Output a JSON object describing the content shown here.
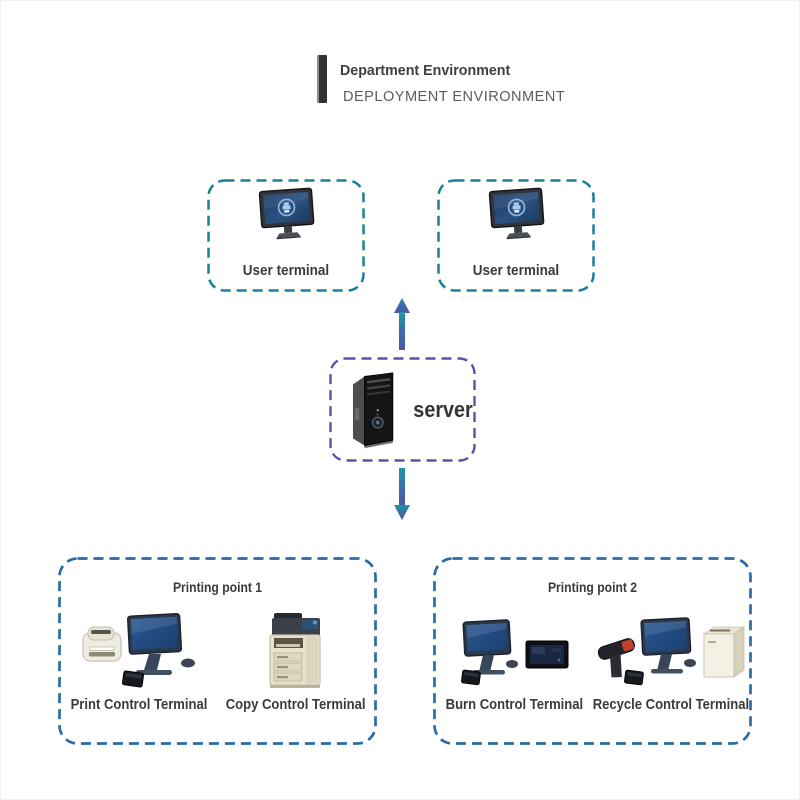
{
  "header": {
    "title": "Department Environment",
    "subtitle": "DEPLOYMENT ENVIRONMENT"
  },
  "diagram": {
    "user_terminals": [
      {
        "label": "User terminal"
      },
      {
        "label": "User terminal"
      }
    ],
    "server": {
      "label": "server"
    },
    "printing_points": [
      {
        "title": "Printing point 1",
        "items": [
          {
            "label": "Print Control Terminal"
          },
          {
            "label": "Copy Control Terminal"
          }
        ]
      },
      {
        "title": "Printing point 2",
        "items": [
          {
            "label": "Burn Control Terminal"
          },
          {
            "label": "Recycle Control Terminal"
          }
        ]
      }
    ],
    "icons": {
      "user_terminal": "monitor-icon",
      "server": "server-tower-icon",
      "print_control": "label-printer-and-monitor-icon",
      "copy_control": "copier-icon",
      "burn_control": "monitor-and-disc-burner-icon",
      "recycle_control": "barcode-scanner-monitor-and-bin-icon"
    }
  },
  "colors": {
    "user_terminal_border": "#1a8099",
    "printing_point_border": "#2f6ba3",
    "server_border": "#5a54a5",
    "arrow_teal": "#1d97a8",
    "arrow_blue": "#4c57a6",
    "title_text": "#3f3f3f",
    "subtitle_text": "#5c5c5c",
    "label_text": "#3a3a3a"
  }
}
